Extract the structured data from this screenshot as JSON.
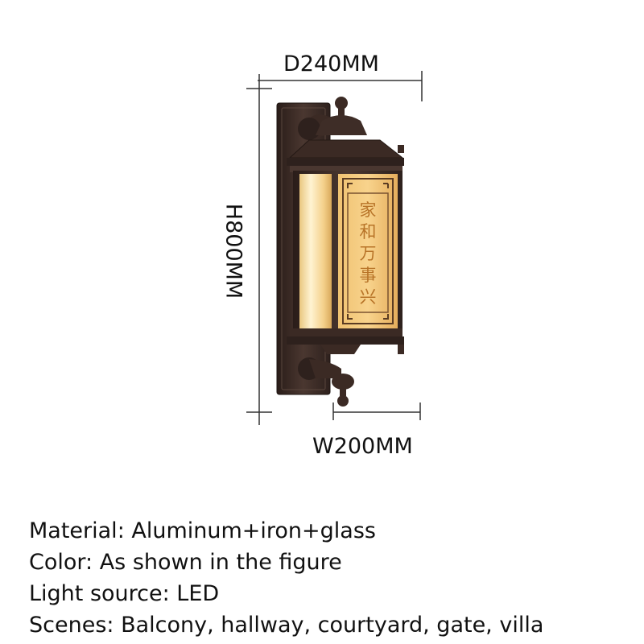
{
  "dimensions": {
    "depth": "D240MM",
    "height": "H800MM",
    "width": "W200MM"
  },
  "lamp": {
    "panel_text": [
      "家",
      "和",
      "万",
      "事",
      "兴"
    ],
    "colors": {
      "frame": "#3b2a24",
      "glass_glow": "#f7d58a",
      "panel": "#eab766",
      "panel_text": "#b87428"
    }
  },
  "specs": [
    {
      "text": "Material: Aluminum+iron+glass"
    },
    {
      "text": "Color: As shown in the figure"
    },
    {
      "text": "Light source: LED"
    },
    {
      "text": "Scenes: Balcony, hallway, courtyard, gate, villa"
    }
  ]
}
